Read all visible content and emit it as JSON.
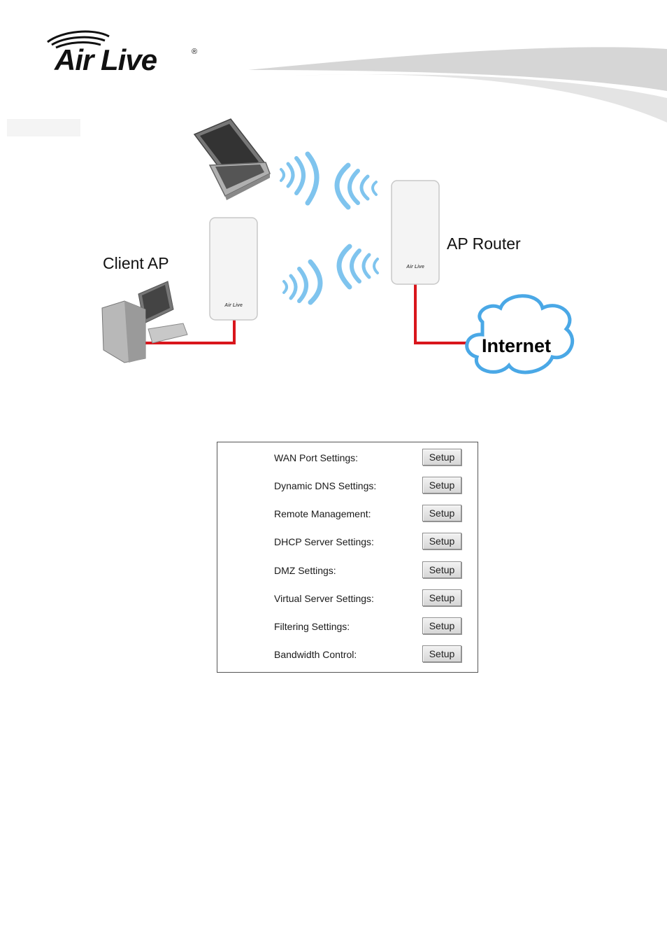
{
  "header": {
    "logo_text": "Air Live",
    "logo_mark": "®"
  },
  "diagram": {
    "client_label": "Client AP",
    "router_label": "AP Router",
    "internet_label": "Internet",
    "device_brand": "Air Live",
    "link_color": "#d9161c",
    "wave_color": "#7fc4ee"
  },
  "settings": {
    "button_label": "Setup",
    "rows": [
      {
        "label": "WAN Port Settings:"
      },
      {
        "label": "Dynamic DNS Settings:"
      },
      {
        "label": "Remote Management:"
      },
      {
        "label": "DHCP Server Settings:"
      },
      {
        "label": "DMZ Settings:"
      },
      {
        "label": "Virtual Server Settings:"
      },
      {
        "label": "Filtering Settings:"
      },
      {
        "label": "Bandwidth Control:"
      }
    ]
  }
}
